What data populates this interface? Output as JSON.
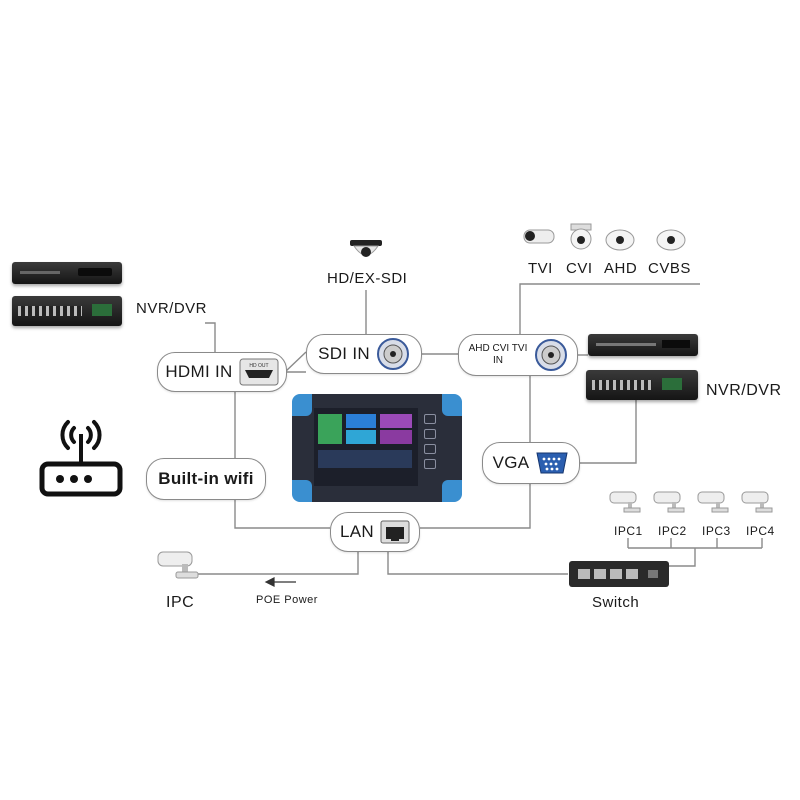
{
  "labels": {
    "nvr_dvr_left": "NVR/DVR",
    "nvr_dvr_right": "NVR/DVR",
    "hd_ex_sdi": "HD/EX-SDI",
    "tvi": "TVI",
    "cvi": "CVI",
    "ahd": "AHD",
    "cvbs": "CVBS",
    "ipc_left": "IPC",
    "poe_power": "POE Power",
    "switch": "Switch",
    "ipc1": "IPC1",
    "ipc2": "IPC2",
    "ipc3": "IPC3",
    "ipc4": "IPC4"
  },
  "ports": {
    "hdmi_in": "HDMI IN",
    "hdmi_out_tag": "HD OUT",
    "sdi_in": "SDI IN",
    "analog_in": "AHD CVI TVI IN",
    "built_in_wifi": "Built-in wifi",
    "vga": "VGA",
    "lan": "LAN"
  },
  "colors": {
    "wire": "#8a8a8a",
    "tester_frame": "#3a8fd0",
    "tester_screen": "#1c1f2a"
  },
  "icons": [
    "dome-camera-icon",
    "bullet-camera-icon",
    "router-icon",
    "bnc-connector-icon",
    "hdmi-port-icon",
    "vga-port-icon",
    "rj45-port-icon",
    "network-switch-icon",
    "arrow-left-icon"
  ]
}
